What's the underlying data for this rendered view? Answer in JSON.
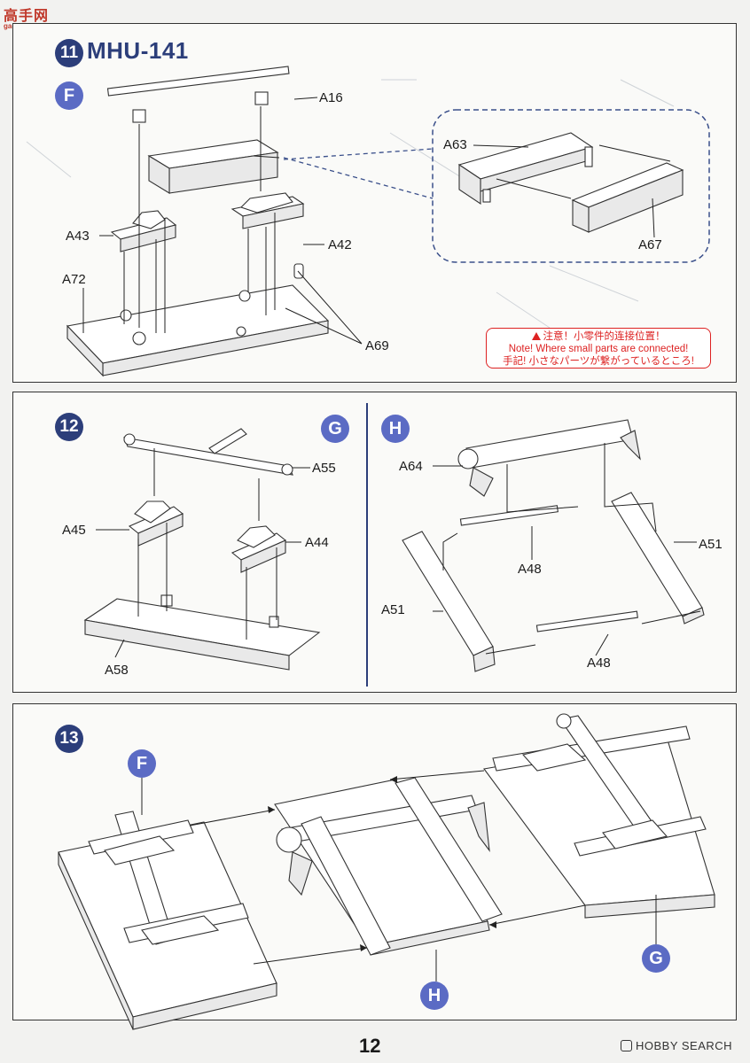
{
  "watermark": {
    "logo_text": "高手网",
    "sub_text": "gao-shou.com"
  },
  "step11": {
    "number": "11",
    "title": "MHU-141",
    "sub_badge": "F",
    "labels": {
      "a16": "A16",
      "a63": "A63",
      "a43": "A43",
      "a42": "A42",
      "a67": "A67",
      "a72": "A72",
      "a69": "A69"
    },
    "note": {
      "line1": "注意！小零件的连接位置！",
      "line2": "Note! Where small parts are connected!",
      "line3": "手記! 小さなパーツが繋がっているところ!"
    }
  },
  "step12": {
    "number": "12",
    "sub_badge_g": "G",
    "sub_badge_h": "H",
    "labels": {
      "a55": "A55",
      "a45": "A45",
      "a44": "A44",
      "a58": "A58",
      "a64": "A64",
      "a51_right": "A51",
      "a48_top": "A48",
      "a51_left": "A51",
      "a48_bottom": "A48"
    }
  },
  "step13": {
    "number": "13",
    "badge_f": "F",
    "badge_h": "H",
    "badge_g": "G"
  },
  "footer": {
    "page_number": "12",
    "brand": "HOBBY SEARCH"
  },
  "colors": {
    "step_badge": "#2c3e7a",
    "sub_badge": "#5b6bc4",
    "warning": "#d22"
  }
}
